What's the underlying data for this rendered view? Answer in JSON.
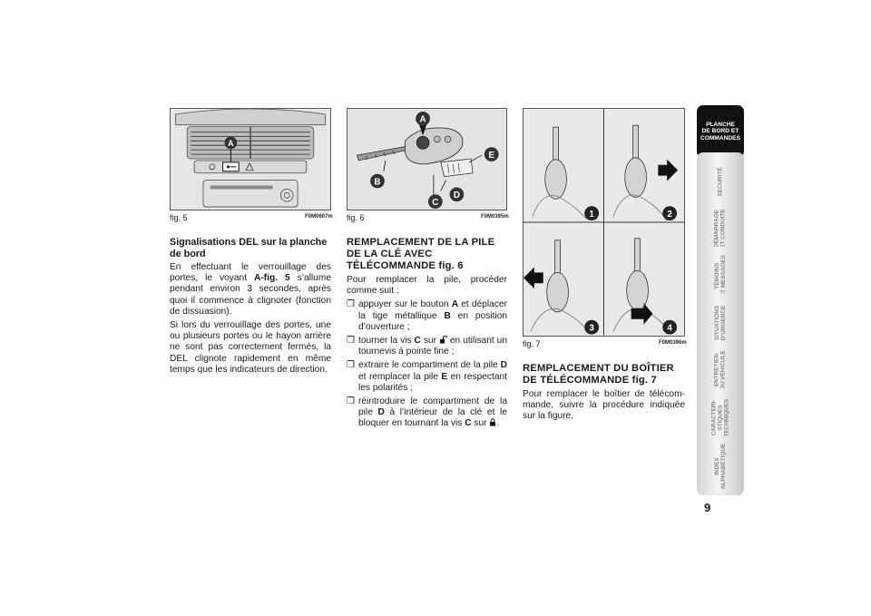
{
  "figures": {
    "fig5": {
      "label": "fig. 5",
      "code": "F0M0607m",
      "callout": "A"
    },
    "fig6": {
      "label": "fig. 6",
      "code": "F0M0395m",
      "callouts": [
        "A",
        "E",
        "B",
        "C",
        "D"
      ]
    },
    "fig7": {
      "label": "fig. 7",
      "code": "F0M0396m",
      "steps": [
        "1",
        "2",
        "3",
        "4"
      ]
    }
  },
  "col1": {
    "heading": "Signalisations DEL sur la planche de bord",
    "p1_a": "En effectuant le verrouillage des portes, le voyant ",
    "p1_ref": "A-fig. 5",
    "p1_b": " s’allume pendant envi­ron 3 secondes, après quoi il commence à clignoter (fonction de dissuasion).",
    "p2": "Si lors du verrouillage des portes, une ou plusieurs portes ou le hayon arrière ne sont pas correctement fermés, la DEL cli­gnote rapidement en même temps que les indicateurs de direction."
  },
  "col2": {
    "heading": "REMPLACEMENT DE LA PILE DE LA CLÉ AVEC TÉLÉCOMMANDE fig. 6",
    "intro": "Pour remplacer la pile, procéder comme suit :",
    "bullet": "❒",
    "b1_a": "appuyer sur le bouton ",
    "b1_A": "A",
    "b1_b": " et déplacer la tige métallique ",
    "b1_B": "B",
    "b1_c": " en position d’ou­verture ;",
    "b2_a": "tourner la vis ",
    "b2_C": "C",
    "b2_b": " sur ",
    "b2_c": " en utilisant un tournevis à pointe fine ;",
    "b3_a": "extraire le compartiment de la pile ",
    "b3_D": "D",
    "b3_b": " et remplacer la pile ",
    "b3_E": "E",
    "b3_c": " en respectant les polarités ;",
    "b4_a": "réintroduire le compartiment de la pi­le ",
    "b4_D": "D",
    "b4_b": " à l’intérieur de la clé et le bloquer en tournant la vis ",
    "b4_C": "C",
    "b4_c": " sur ",
    "b4_d": "."
  },
  "col3": {
    "heading": "REMPLACEMENT DU BOÎTIER DE TÉLÉCOMMANDE fig. 7",
    "text": "Pour remplacer le boîtier de télécom­mande, suivre la procédure indiquée sur la figure."
  },
  "tabs": [
    {
      "label": "PLANCHE\nDE BORD ET\nCOMMANDES",
      "active": true
    },
    {
      "label": "SÉCURITÉ"
    },
    {
      "label": "DÉMARRAGE\nET CONDUITE"
    },
    {
      "label": "TÉMOINS\nET MESSAGES"
    },
    {
      "label": "SITUATIONS\nD’URGENCE"
    },
    {
      "label": "ENTRETIEN\nDU VÉHICULE"
    },
    {
      "label": "CARACTÉRI-\nSTIQUES\nTECHNIQUES"
    },
    {
      "label": "INDEX\nALPHABÉTIQUE"
    }
  ],
  "page_number": "9",
  "colors": {
    "ink": "#1a1a1a",
    "tab_active": "#111111",
    "tab_text": "#888888"
  }
}
